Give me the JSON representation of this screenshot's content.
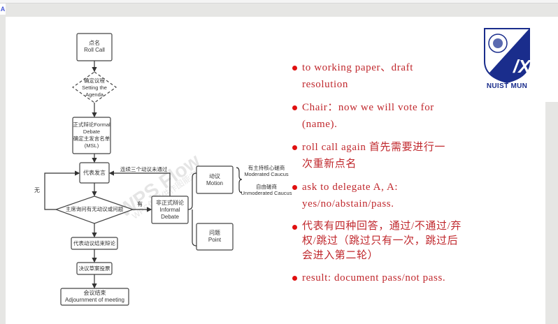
{
  "toolbar": {
    "app_icon": "A"
  },
  "flowchart": {
    "roll_call": [
      "点名",
      "Roll Call"
    ],
    "agenda": [
      "确定议程",
      "Setting the",
      "Agenda"
    ],
    "formal_debate": [
      "正式辩论Formal",
      "Debate",
      "确定主发言名单",
      "(MSL)"
    ],
    "speech": "代表发言",
    "decision": "主席询问有无动议或问题",
    "informal_debate": [
      "非正式辩论",
      "Informal",
      "Debate"
    ],
    "motion": [
      "动议",
      "Motion"
    ],
    "point": [
      "问题",
      "Point"
    ],
    "moderated": [
      "有主持核心磋商",
      "Moderated Caucus"
    ],
    "unmoderated": [
      "自由磋商",
      "Unmoderated Caucus"
    ],
    "end_debate": "代表动议结束辩论",
    "vote": "决议草案投票",
    "adjourn": [
      "会议结束",
      "Adjournment of meeting"
    ],
    "label_no": "无",
    "label_yes": "有",
    "label_three_fail": "连续三个动议未通过",
    "watermark": "WPS Flow",
    "watermark_sub": "WPS仅提供作图能力"
  },
  "logo": {
    "text": "NUIST MUN",
    "colors": {
      "primary": "#1a2d8c"
    }
  },
  "bullets": [
    {
      "lines": [
        "to working paper、draft",
        "resolution"
      ]
    },
    {
      "lines": [
        "Chair：now we will vote for",
        "(name)."
      ]
    },
    {
      "lines": [
        "roll call again 首先需要进行一",
        "次重新点名"
      ]
    },
    {
      "lines": [
        "ask to delegate A, A:",
        "yes/no/abstain/pass."
      ]
    },
    {
      "lines": [
        "代表有四种回答，通过/不通过/弃",
        "权/跳过（跳过只有一次，跳过后",
        "会进入第二轮）"
      ]
    },
    {
      "lines": [
        "result: document pass/not pass."
      ]
    }
  ],
  "colors": {
    "bullet_text": "#c0282d",
    "bullet_dot": "#e01010"
  }
}
